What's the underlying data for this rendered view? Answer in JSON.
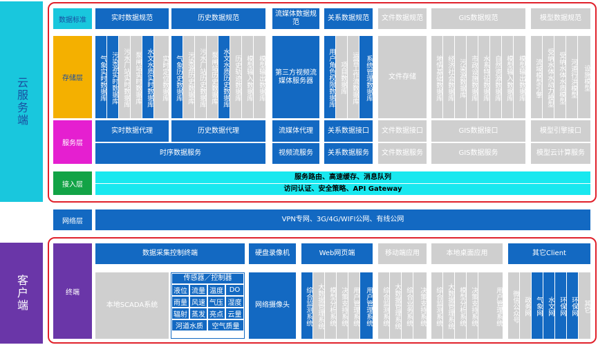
{
  "sides": {
    "cloud": "云服务端",
    "client": "客户端"
  },
  "layers": {
    "data_std": "数据标准",
    "storage": "存储层",
    "service": "服务层",
    "access": "接入层",
    "network": "网络层",
    "terminal": "终端"
  },
  "standards": [
    "实时数据规范",
    "历史数据规范",
    "流媒体数据规范",
    "关系数据规范",
    "文件数据规范",
    "GIS数据规范",
    "模型数据规范"
  ],
  "storage": {
    "realtime": [
      "气象实时数据库",
      "污染源实时数据库",
      "污水厂站实时数据库",
      "泵闸站实时数据库",
      "水文水质实时数据库",
      "实时定位数据库"
    ],
    "history": [
      "气象历史数据库",
      "污染源历史数据库",
      "污水厂站历史数据库",
      "泵闸站历史数据库",
      "水文水质历史数据库",
      "历史轨迹数据库",
      "模型输入数据库",
      "模型输出数据库"
    ],
    "stream": "第三方视频流媒体服务器",
    "relation": [
      "用户角色权限数据库",
      "项目数据库",
      "运营工作流数据库",
      "系统管理数据库"
    ],
    "file": "文件存储",
    "gis": [
      "地情基础数据库",
      "经济社会数据库",
      "污染源数据库",
      "市政设施数据库",
      "水系特征数据库",
      "自然资源数据库",
      "模型输入数据库",
      "模型输出数据库"
    ],
    "model": [
      "流域模型引擎",
      "受纳水体水动力模型",
      "受纳水体水质模型",
      "河道行洪模型",
      "设施模型"
    ]
  },
  "service": {
    "rt_proxy": "实时数据代理",
    "hist_proxy": "历史数据代理",
    "ts_service": "时序数据服务",
    "stream_proxy": "流媒体代理",
    "video_service": "视频流服务",
    "rel_port": "关系数据接口",
    "rel_service": "关系数据服务",
    "file_port": "文件数据接口",
    "file_service": "文件数据服务",
    "gis_port": "GIS数据接口",
    "gis_service": "GIS数据服务",
    "model_port": "模型引擎接口",
    "model_service": "模型云计算服务"
  },
  "access": {
    "line1": "服务路由、高速缓存、消息队列",
    "line2": "访问认证、安全策略、API Gateway"
  },
  "network": {
    "text": "VPN专网、3G/4G/WIFI公网、有线公网"
  },
  "client": {
    "daq": "数据采集控制终端",
    "scada": "本地SCADA系统",
    "sensor_title": "传感器／控制器",
    "sensors": [
      "液位",
      "流量",
      "温度",
      "DO",
      "雨量",
      "风速",
      "气压",
      "湿度",
      "辐射",
      "蒸发",
      "亮点",
      "云量",
      "河道水质",
      "空气质量"
    ],
    "dvr": "硬盘录像机",
    "ipcam": "网络摄像头",
    "web": "Web网页端",
    "web_items": [
      "综合监测系统",
      "大数据管理系统",
      "模型分析系统",
      "决策支持系统",
      "用户管理系统"
    ],
    "mobile": "移动端应用",
    "mobile_items": [
      "综合监测系统",
      "大数据管理系统",
      "综合业务系统",
      "决策支持系统"
    ],
    "desktop": "本地桌面应用",
    "desktop_items": [
      "综合监测系统",
      "大数据管理系统",
      "模型分析系统",
      "决策支持系统",
      "用户管理系统"
    ],
    "other": "其它Client",
    "other_items": [
      "微信公众号",
      "政务网",
      "气象网",
      "水文网",
      "环保网",
      "环保网",
      "其它"
    ]
  }
}
